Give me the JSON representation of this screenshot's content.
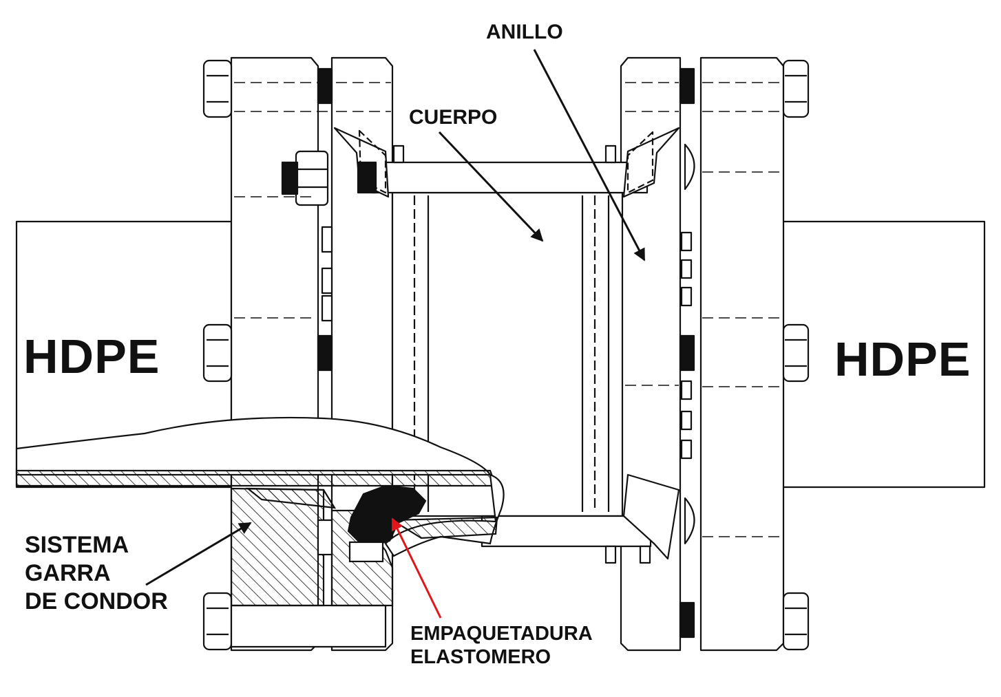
{
  "labels": {
    "hdpe_left": "HDPE",
    "hdpe_right": "HDPE",
    "anillo": "ANILLO",
    "cuerpo": "CUERPO",
    "sistema_line1": "SISTEMA",
    "sistema_line2": "GARRA",
    "sistema_line3": "DE CONDOR",
    "empaquetadura_line1": "EMPAQUETADURA",
    "empaquetadura_line2": "ELASTOMERO"
  },
  "colors": {
    "line": "#111111",
    "arrow_red": "#e0161b",
    "background": "#ffffff"
  }
}
